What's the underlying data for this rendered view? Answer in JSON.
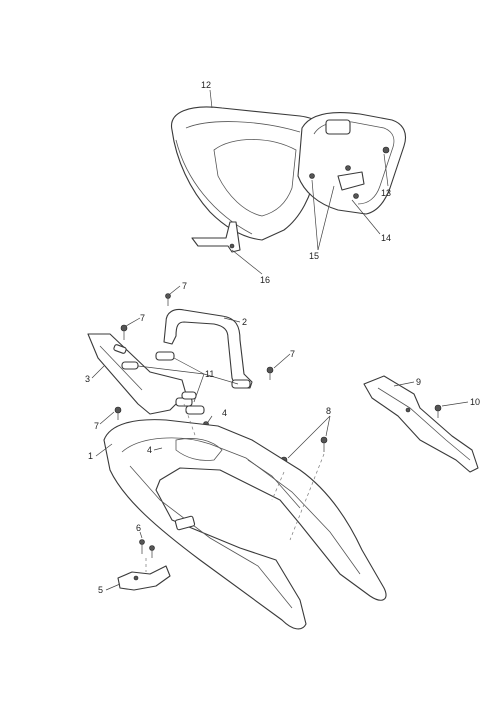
{
  "diagram": {
    "callouts": [
      {
        "id": "c12",
        "label": "12"
      },
      {
        "id": "c13",
        "label": "13"
      },
      {
        "id": "c14",
        "label": "14"
      },
      {
        "id": "c15",
        "label": "15"
      },
      {
        "id": "c16",
        "label": "16"
      },
      {
        "id": "c7a",
        "label": "7"
      },
      {
        "id": "c7b",
        "label": "7"
      },
      {
        "id": "c7c",
        "label": "7"
      },
      {
        "id": "c7d",
        "label": "7"
      },
      {
        "id": "c2",
        "label": "2"
      },
      {
        "id": "c3",
        "label": "3"
      },
      {
        "id": "c11",
        "label": "11"
      },
      {
        "id": "c4a",
        "label": "4"
      },
      {
        "id": "c4b",
        "label": "4"
      },
      {
        "id": "c1",
        "label": "1"
      },
      {
        "id": "c8",
        "label": "8"
      },
      {
        "id": "c9",
        "label": "9"
      },
      {
        "id": "c10",
        "label": "10"
      },
      {
        "id": "c6",
        "label": "6"
      },
      {
        "id": "c5",
        "label": "5"
      }
    ]
  }
}
